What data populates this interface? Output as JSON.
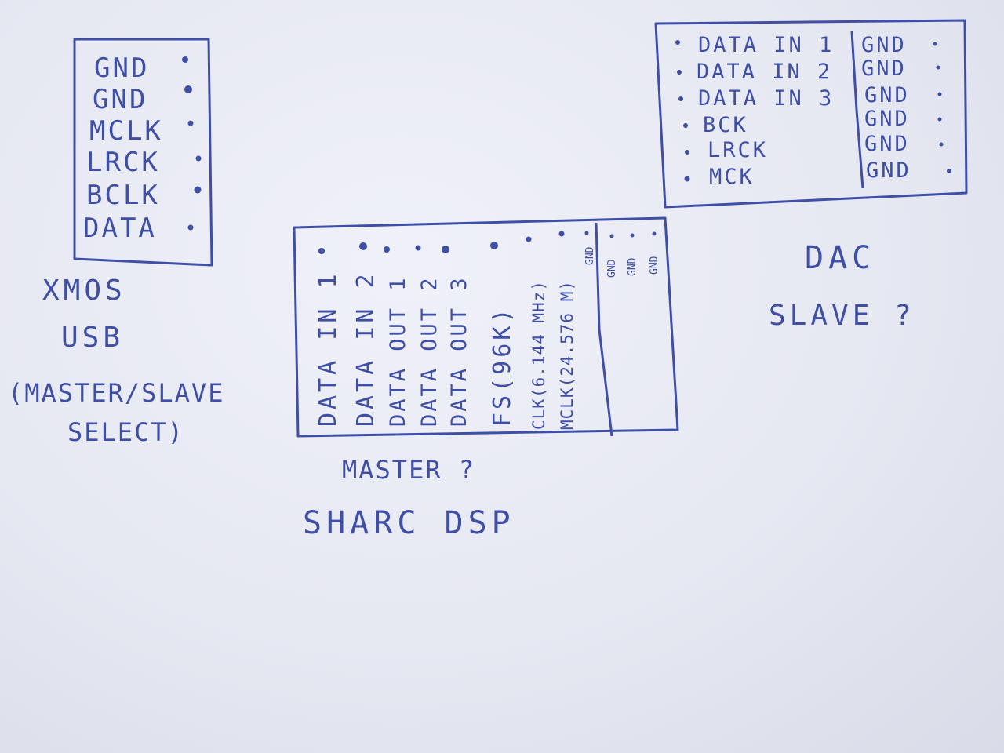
{
  "xmos": {
    "pins": [
      "GND",
      "GND",
      "MCLK",
      "LRCK",
      "BCLK",
      "DATA"
    ],
    "title_line1": "XMOS",
    "title_line2": "USB",
    "title_line3": "(MASTER/SLAVE",
    "title_line4": "SELECT)"
  },
  "dsp": {
    "pins": [
      "DATA IN 1",
      "DATA IN 2",
      "DATA OUT 1",
      "DATA OUT 2",
      "DATA OUT 3",
      "FS(96K)",
      "CLK(6.144 MHz)",
      "MCLK(24.576 M)"
    ],
    "extra_gnd": "GND",
    "gnd_pins": [
      "GND",
      "GND",
      "GND"
    ],
    "caption_line1": "MASTER ?",
    "caption_line2": "SHARC DSP"
  },
  "dac": {
    "pins_left": [
      "DATA IN 1",
      "DATA IN 2",
      "DATA IN 3",
      "BCK",
      "LRCK",
      "MCK"
    ],
    "pins_right": [
      "GND",
      "GND",
      "GND",
      "GND",
      "GND",
      "GND"
    ],
    "caption_line1": "DAC",
    "caption_line2": "SLAVE ?"
  },
  "colors": {
    "ink": "#3f4fa6",
    "paper": "#e6e8f2"
  }
}
